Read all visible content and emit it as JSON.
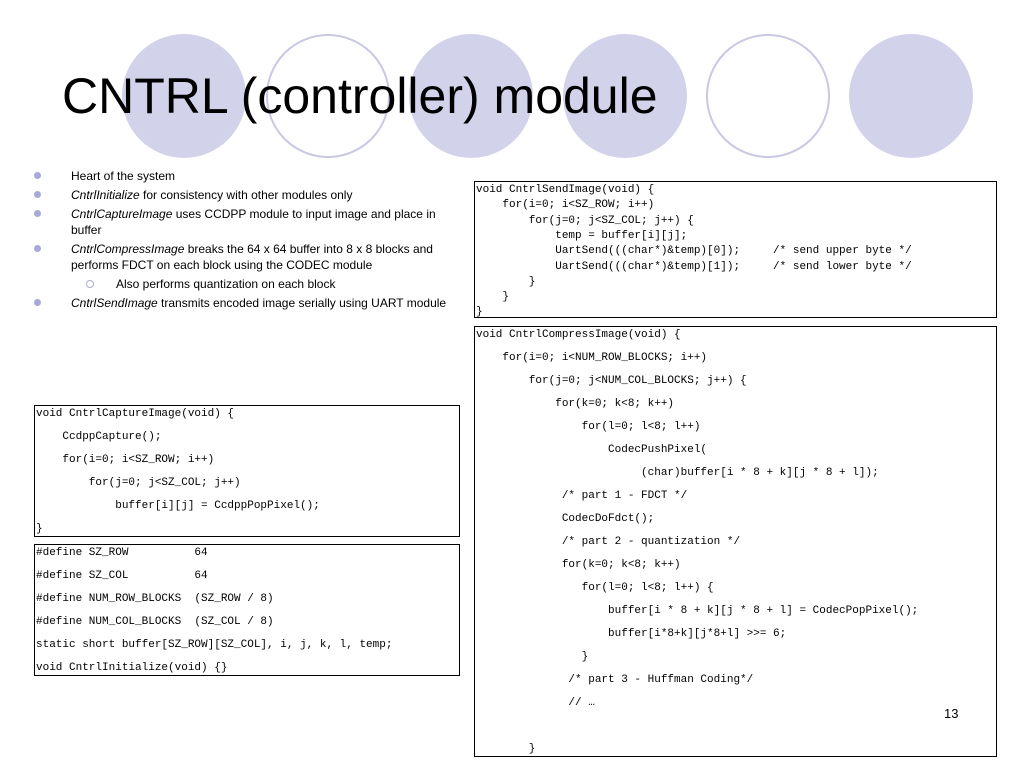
{
  "title": "CNTRL (controller) module",
  "bullets": {
    "b1": {
      "text": "Heart of the system"
    },
    "b2": {
      "em": "CntrlInitialize",
      "text": " for consistency with other modules only"
    },
    "b3": {
      "em": "CntrlCaptureImage",
      "text": " uses CCDPP module to input image and place in buffer"
    },
    "b4": {
      "em": "CntrlCompressImage",
      "text": " breaks the 64 x 64 buffer into 8 x 8 blocks and performs FDCT on each block using the CODEC module"
    },
    "b4sub": {
      "text": "Also performs quantization on each block"
    },
    "b5": {
      "em": "CntrlSendImage",
      "text": " transmits encoded image serially using UART module"
    }
  },
  "code_send": [
    "void CntrlSendImage(void) {",
    "    for(i=0; i<SZ_ROW; i++)",
    "        for(j=0; j<SZ_COL; j++) {",
    "            temp = buffer[i][j];",
    "            UartSend(((char*)&temp)[0]);     /* send upper byte */",
    "            UartSend(((char*)&temp)[1]);     /* send lower byte */",
    "        }",
    "    }",
    "}"
  ],
  "code_compress": [
    "void CntrlCompressImage(void) {",
    "    for(i=0; i<NUM_ROW_BLOCKS; i++)",
    "        for(j=0; j<NUM_COL_BLOCKS; j++) {",
    "            for(k=0; k<8; k++)",
    "                for(l=0; l<8; l++)",
    "                    CodecPushPixel(",
    "                         (char)buffer[i * 8 + k][j * 8 + l]);",
    "             /* part 1 - FDCT */",
    "             CodecDoFdct();",
    "             /* part 2 - quantization */",
    "             for(k=0; k<8; k++)",
    "                for(l=0; l<8; l++) {",
    "                    buffer[i * 8 + k][j * 8 + l] = CodecPopPixel();",
    "                    buffer[i*8+k][j*8+l] >>= 6;",
    "                }",
    "              /* part 3 - Huffman Coding*/",
    "              // …",
    "",
    "        }",
    "}"
  ],
  "code_capture": [
    "void CntrlCaptureImage(void) {",
    "    CcdppCapture();",
    "    for(i=0; i<SZ_ROW; i++)",
    "        for(j=0; j<SZ_COL; j++)",
    "            buffer[i][j] = CcdppPopPixel();",
    "}"
  ],
  "code_defines": [
    "#define SZ_ROW          64",
    "#define SZ_COL          64",
    "#define NUM_ROW_BLOCKS  (SZ_ROW / 8)",
    "#define NUM_COL_BLOCKS  (SZ_COL / 8)",
    "static short buffer[SZ_ROW][SZ_COL], i, j, k, l, temp;",
    "void CntrlInitialize(void) {}"
  ],
  "page_number": "13"
}
